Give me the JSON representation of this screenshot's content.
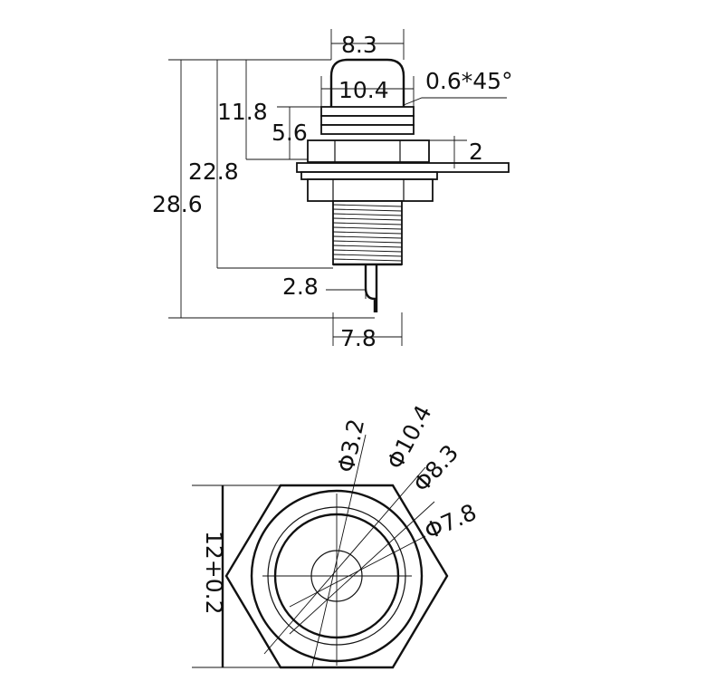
{
  "side_view": {
    "labels": {
      "top_width": "8.3",
      "cap_width": "10.4",
      "chamfer": "0.6*45°",
      "height_cap": "11.8",
      "height_collar": "5.6",
      "panel_thickness": "2",
      "height_mid": "22.8",
      "overall_height": "28.6",
      "pin_width": "2.8",
      "base_width": "7.8"
    }
  },
  "top_view": {
    "labels": {
      "d_hole": "Φ3.2",
      "d_outer": "Φ10.4",
      "d_mid": "Φ8.3",
      "d_inner": "Φ7.8",
      "hex_across": "12+0.2"
    }
  }
}
